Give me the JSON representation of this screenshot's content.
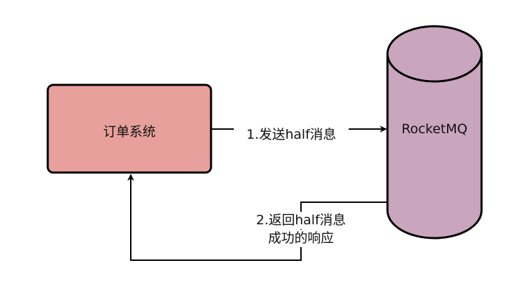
{
  "nodes": {
    "order_system": {
      "label": "订单系统",
      "fill": "#e8a09c"
    },
    "rocketmq": {
      "label": "RocketMQ",
      "fill": "#c9a5be"
    }
  },
  "edges": {
    "send_half": {
      "label": "1.发送half消息"
    },
    "return_half": {
      "line1": "2.返回half消息",
      "line2": "成功的响应"
    }
  },
  "colors": {
    "stroke": "#000000",
    "background": "#ffffff"
  }
}
